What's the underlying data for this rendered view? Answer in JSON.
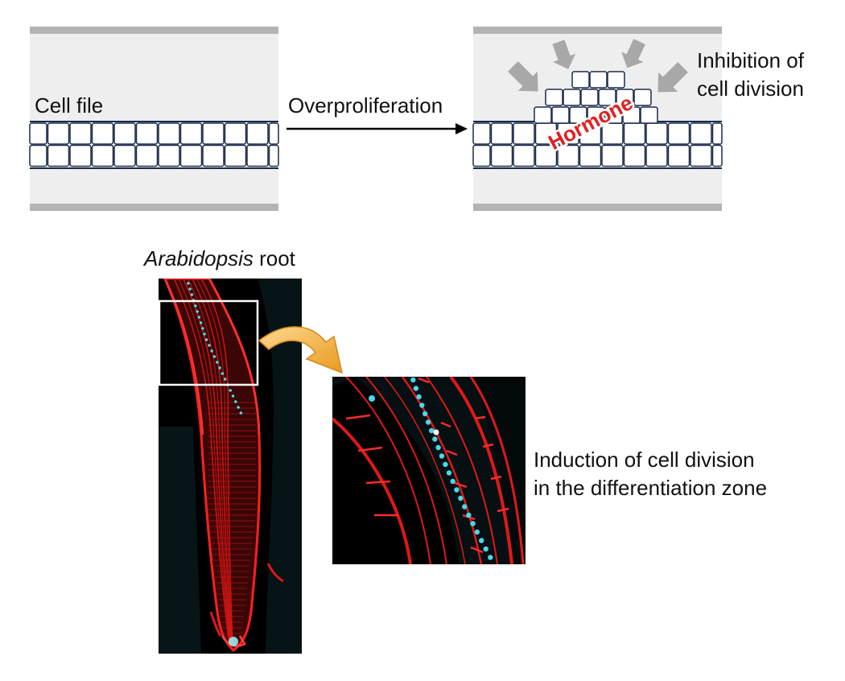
{
  "top_diagram": {
    "cell_file_label": "Cell file",
    "arrow_label": "Overproliferation",
    "inhibition_label_line1": "Inhibition of",
    "inhibition_label_line2": "cell division",
    "hormone_label": "Hormone"
  },
  "bottom_figure": {
    "root_title_italic": "Arabidopsis",
    "root_title_rest": " root",
    "induction_line1": "Induction of cell division",
    "induction_line2": "in the differentiation zone"
  },
  "colors": {
    "panel_bg": "#eeeeee",
    "bar": "#b3b3b3",
    "cell_border": "#1a2a4a",
    "hormone": "#e02020",
    "grey_arrow": "#a8a8a8",
    "orange_arrow": "#f0b040",
    "microscopy_red": "#e01818",
    "microscopy_cyan": "#50d8e8"
  }
}
